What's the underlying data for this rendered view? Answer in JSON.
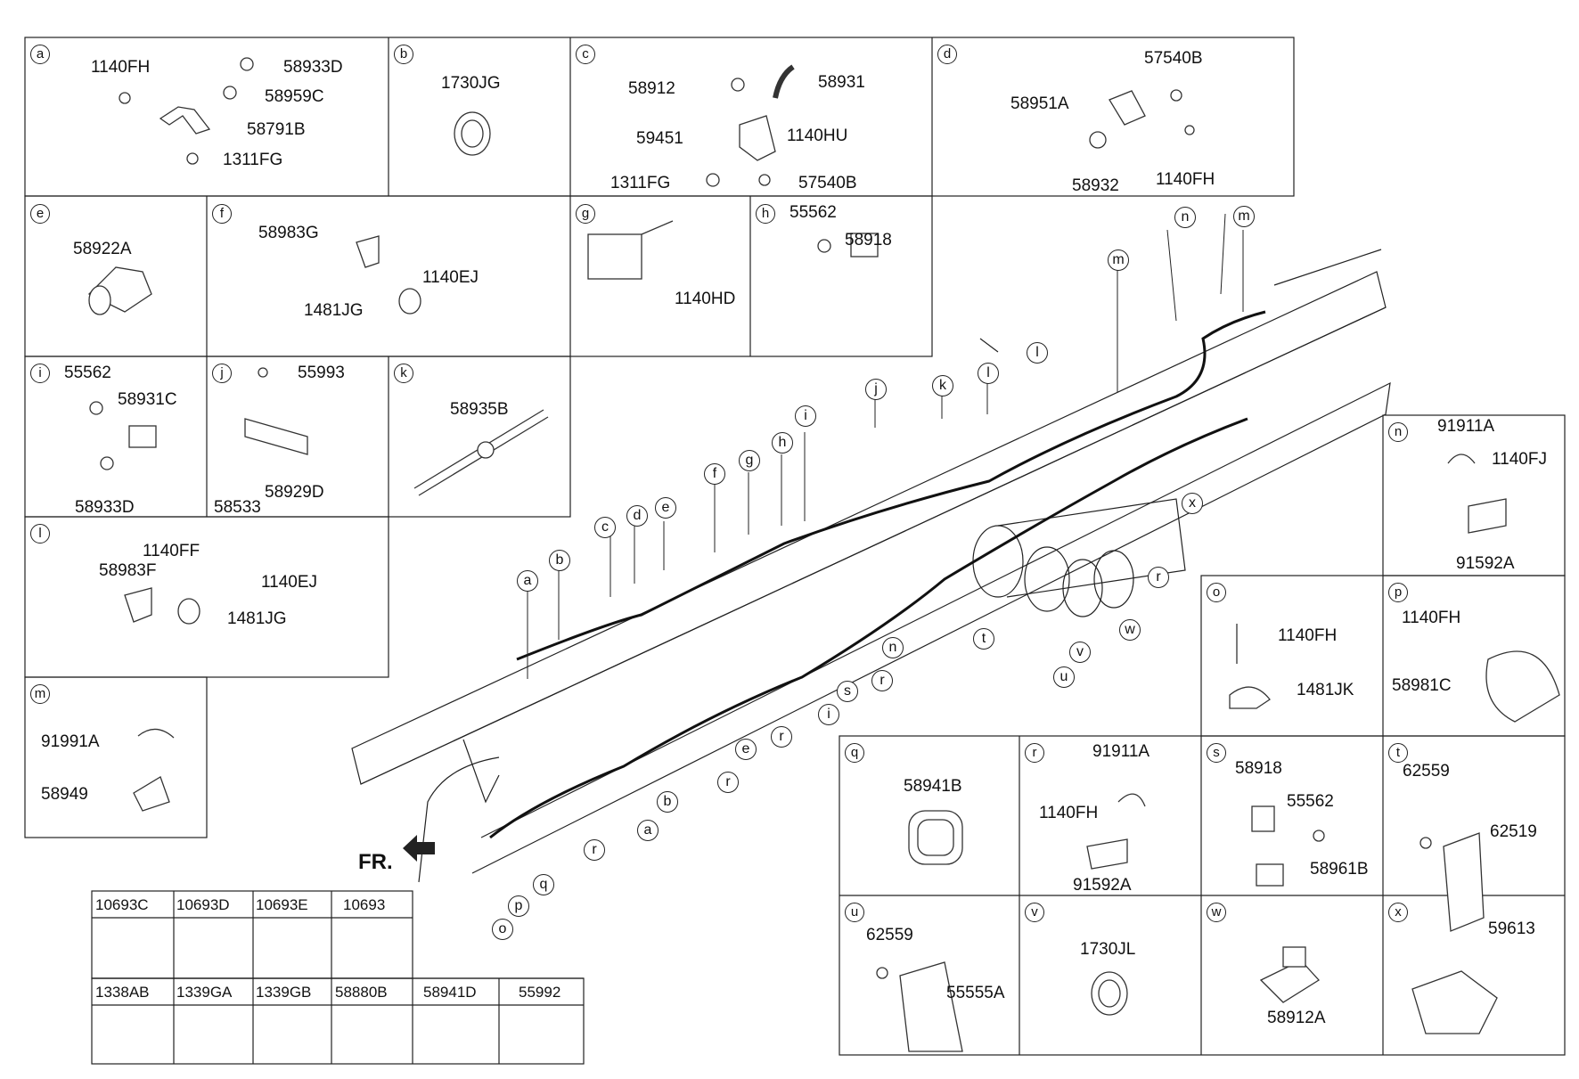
{
  "panels": {
    "a": {
      "letter": "a",
      "parts": [
        "1140FH",
        "58933D",
        "58959C",
        "58791B",
        "1311FG"
      ]
    },
    "b": {
      "letter": "b",
      "parts": [
        "1730JG"
      ]
    },
    "c": {
      "letter": "c",
      "parts": [
        "58912",
        "58931",
        "59451",
        "1140HU",
        "1311FG",
        "57540B"
      ]
    },
    "d": {
      "letter": "d",
      "parts": [
        "57540B",
        "58951A",
        "58932",
        "1140FH"
      ]
    },
    "e": {
      "letter": "e",
      "parts": [
        "58922A"
      ]
    },
    "f": {
      "letter": "f",
      "parts": [
        "58983G",
        "1140EJ",
        "1481JG"
      ]
    },
    "g": {
      "letter": "g",
      "parts": [
        "1140HD"
      ]
    },
    "h": {
      "letter": "h",
      "parts": [
        "55562",
        "58918"
      ]
    },
    "i": {
      "letter": "i",
      "parts": [
        "55562",
        "58931C",
        "58933D"
      ]
    },
    "j": {
      "letter": "j",
      "parts": [
        "55993",
        "58533",
        "58929D"
      ]
    },
    "k": {
      "letter": "k",
      "parts": [
        "58935B"
      ]
    },
    "l": {
      "letter": "l",
      "parts": [
        "1140FF",
        "58983F",
        "1140EJ",
        "1481JG"
      ]
    },
    "m": {
      "letter": "m",
      "parts": [
        "91991A",
        "58949"
      ]
    },
    "n": {
      "letter": "n",
      "parts": [
        "91911A",
        "1140FJ",
        "91592A"
      ]
    },
    "o": {
      "letter": "o",
      "parts": [
        "1140FH",
        "1481JK"
      ]
    },
    "p": {
      "letter": "p",
      "parts": [
        "1140FH",
        "58981C"
      ]
    },
    "q": {
      "letter": "q",
      "parts": [
        "58941B"
      ]
    },
    "r": {
      "letter": "r",
      "parts": [
        "91911A",
        "1140FH",
        "91592A"
      ]
    },
    "s": {
      "letter": "s",
      "parts": [
        "58918",
        "55562",
        "58961B"
      ]
    },
    "t": {
      "letter": "t",
      "parts": [
        "62559",
        "62519"
      ]
    },
    "u": {
      "letter": "u",
      "parts": [
        "62559",
        "55555A"
      ]
    },
    "v": {
      "letter": "v",
      "parts": [
        "1730JL"
      ]
    },
    "w": {
      "letter": "w",
      "parts": [
        "58912A"
      ]
    },
    "x": {
      "letter": "x",
      "parts": [
        "59613"
      ]
    }
  },
  "parts_table": {
    "row1": [
      "10693C",
      "10693D",
      "10693E",
      "10693"
    ],
    "row2": [
      "1338AB",
      "1339GA",
      "1339GB",
      "58880B",
      "58941D",
      "55992"
    ]
  },
  "front_label": "FR.",
  "callout_letters": [
    "a",
    "b",
    "c",
    "d",
    "e",
    "f",
    "g",
    "h",
    "i",
    "j",
    "k",
    "l",
    "m",
    "n",
    "o",
    "p",
    "q",
    "r",
    "s",
    "t",
    "u",
    "v",
    "w",
    "x"
  ]
}
